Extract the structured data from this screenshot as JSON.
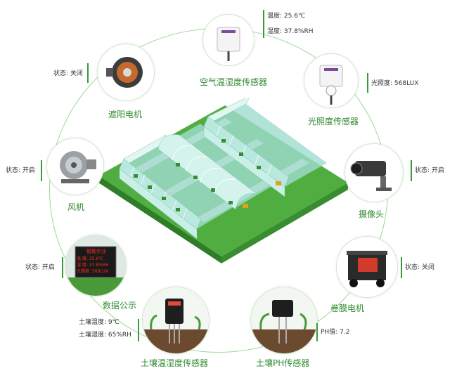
{
  "nodes": {
    "air_sensor": {
      "label": "空气温湿度传感器",
      "temp_label": "温度:",
      "temp_value": "25.6℃",
      "hum_label": "湿度:",
      "hum_value": "37.8%RH"
    },
    "light_sensor": {
      "label": "光照度传感器",
      "lux_label": "光照度:",
      "lux_value": "568LUX"
    },
    "shade_motor": {
      "label": "遮阳电机",
      "status_label": "状态:",
      "status_value": "关闭"
    },
    "fan": {
      "label": "风机",
      "status_label": "状态:",
      "status_value": "开启"
    },
    "camera": {
      "label": "摄像头",
      "status_label": "状态:",
      "status_value": "开启"
    },
    "display": {
      "label": "数据公示",
      "status_label": "状态:",
      "status_value": "开启",
      "screen_title": "智能农业",
      "screen_line1": "温 度: 25.6℃",
      "screen_line2": "湿 度: 37.8%RH",
      "screen_line3": "光照度: 568LUX"
    },
    "film_motor": {
      "label": "卷膜电机",
      "status_label": "状态:",
      "status_value": "关闭"
    },
    "soil_sensor": {
      "label": "土壤温湿度传感器",
      "temp_label": "土壤温度:",
      "temp_value": "9℃",
      "hum_label": "土壤湿度:",
      "hum_value": "65%RH"
    },
    "ph_sensor": {
      "label": "土壤PH传感器",
      "ph_label": "PH值:",
      "ph_value": "7.2"
    }
  },
  "colors": {
    "accent": "#2f8a2f",
    "ring": "#9fd79a",
    "grass": "#3f9a35",
    "glass": "#cfeee8",
    "display_text": "#ff2a1a"
  }
}
